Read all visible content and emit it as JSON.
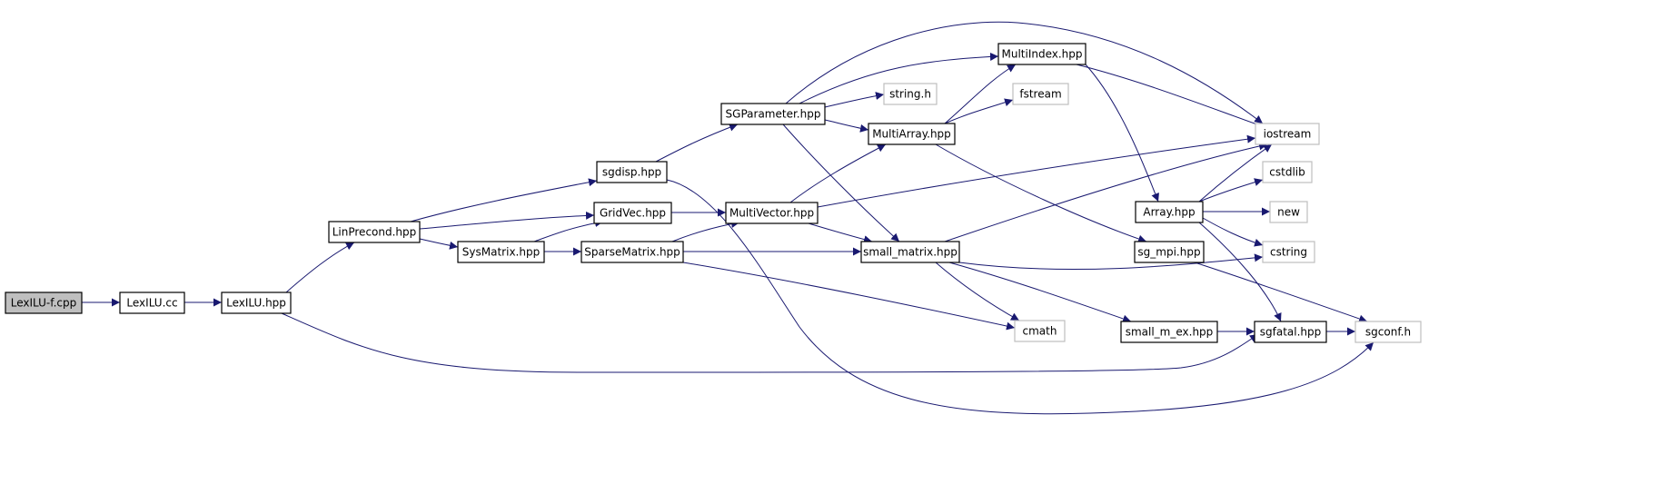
{
  "graph": {
    "type": "include-dependency-graph",
    "root": "LexILU-f.cpp",
    "colors": {
      "edge": "#191970",
      "root_fill": "#bfbfbf",
      "documented_border": "#000000",
      "undocumented_border": "#bfbfbf"
    },
    "nodes": [
      {
        "id": "lexilu_f_cpp",
        "label": "LexILU-f.cpp",
        "kind": "root"
      },
      {
        "id": "lexilu_cc",
        "label": "LexILU.cc",
        "kind": "documented"
      },
      {
        "id": "lexilu_hpp",
        "label": "LexILU.hpp",
        "kind": "documented"
      },
      {
        "id": "linprecond_hpp",
        "label": "LinPrecond.hpp",
        "kind": "documented"
      },
      {
        "id": "sgdisp_hpp",
        "label": "sgdisp.hpp",
        "kind": "documented"
      },
      {
        "id": "gridvec_hpp",
        "label": "GridVec.hpp",
        "kind": "documented"
      },
      {
        "id": "sysmatrix_hpp",
        "label": "SysMatrix.hpp",
        "kind": "documented"
      },
      {
        "id": "sparsematrix_hpp",
        "label": "SparseMatrix.hpp",
        "kind": "documented"
      },
      {
        "id": "sgparameter_hpp",
        "label": "SGParameter.hpp",
        "kind": "documented"
      },
      {
        "id": "multivector_hpp",
        "label": "MultiVector.hpp",
        "kind": "documented"
      },
      {
        "id": "string_h",
        "label": "string.h",
        "kind": "external"
      },
      {
        "id": "multiindex_hpp",
        "label": "MultiIndex.hpp",
        "kind": "documented"
      },
      {
        "id": "fstream",
        "label": "fstream",
        "kind": "external"
      },
      {
        "id": "multiarray_hpp",
        "label": "MultiArray.hpp",
        "kind": "documented"
      },
      {
        "id": "small_matrix_hpp",
        "label": "small_matrix.hpp",
        "kind": "documented"
      },
      {
        "id": "cmath",
        "label": "cmath",
        "kind": "external"
      },
      {
        "id": "iostream",
        "label": "iostream",
        "kind": "external"
      },
      {
        "id": "cstdlib",
        "label": "cstdlib",
        "kind": "external"
      },
      {
        "id": "array_hpp",
        "label": "Array.hpp",
        "kind": "documented"
      },
      {
        "id": "new",
        "label": "new",
        "kind": "external"
      },
      {
        "id": "cstring",
        "label": "cstring",
        "kind": "external"
      },
      {
        "id": "sg_mpi_hpp",
        "label": "sg_mpi.hpp",
        "kind": "documented"
      },
      {
        "id": "small_m_ex_hpp",
        "label": "small_m_ex.hpp",
        "kind": "documented"
      },
      {
        "id": "sgfatal_hpp",
        "label": "sgfatal.hpp",
        "kind": "documented"
      },
      {
        "id": "sgconf_h",
        "label": "sgconf.h",
        "kind": "external"
      }
    ],
    "edges": [
      {
        "from": "lexilu_f_cpp",
        "to": "lexilu_cc"
      },
      {
        "from": "lexilu_cc",
        "to": "lexilu_hpp"
      },
      {
        "from": "lexilu_hpp",
        "to": "linprecond_hpp"
      },
      {
        "from": "lexilu_hpp",
        "to": "sgfatal_hpp"
      },
      {
        "from": "linprecond_hpp",
        "to": "sgdisp_hpp"
      },
      {
        "from": "linprecond_hpp",
        "to": "gridvec_hpp"
      },
      {
        "from": "linprecond_hpp",
        "to": "sysmatrix_hpp"
      },
      {
        "from": "sgdisp_hpp",
        "to": "sgparameter_hpp"
      },
      {
        "from": "sgdisp_hpp",
        "to": "sgconf_h"
      },
      {
        "from": "gridvec_hpp",
        "to": "multivector_hpp"
      },
      {
        "from": "sysmatrix_hpp",
        "to": "gridvec_hpp"
      },
      {
        "from": "sysmatrix_hpp",
        "to": "sparsematrix_hpp"
      },
      {
        "from": "sparsematrix_hpp",
        "to": "multivector_hpp"
      },
      {
        "from": "sparsematrix_hpp",
        "to": "small_matrix_hpp"
      },
      {
        "from": "sparsematrix_hpp",
        "to": "cmath"
      },
      {
        "from": "sgparameter_hpp",
        "to": "string_h"
      },
      {
        "from": "sgparameter_hpp",
        "to": "multiindex_hpp"
      },
      {
        "from": "sgparameter_hpp",
        "to": "multiarray_hpp"
      },
      {
        "from": "sgparameter_hpp",
        "to": "iostream"
      },
      {
        "from": "sgparameter_hpp",
        "to": "small_matrix_hpp"
      },
      {
        "from": "multivector_hpp",
        "to": "multiarray_hpp"
      },
      {
        "from": "multivector_hpp",
        "to": "iostream"
      },
      {
        "from": "multivector_hpp",
        "to": "small_matrix_hpp"
      },
      {
        "from": "multiarray_hpp",
        "to": "multiindex_hpp"
      },
      {
        "from": "multiarray_hpp",
        "to": "fstream"
      },
      {
        "from": "multiarray_hpp",
        "to": "sg_mpi_hpp"
      },
      {
        "from": "multiindex_hpp",
        "to": "iostream"
      },
      {
        "from": "multiindex_hpp",
        "to": "array_hpp"
      },
      {
        "from": "small_matrix_hpp",
        "to": "iostream"
      },
      {
        "from": "small_matrix_hpp",
        "to": "cstring"
      },
      {
        "from": "small_matrix_hpp",
        "to": "cmath"
      },
      {
        "from": "small_matrix_hpp",
        "to": "small_m_ex_hpp"
      },
      {
        "from": "array_hpp",
        "to": "iostream"
      },
      {
        "from": "array_hpp",
        "to": "cstdlib"
      },
      {
        "from": "array_hpp",
        "to": "new"
      },
      {
        "from": "array_hpp",
        "to": "cstring"
      },
      {
        "from": "array_hpp",
        "to": "sgfatal_hpp"
      },
      {
        "from": "sg_mpi_hpp",
        "to": "sgconf_h"
      },
      {
        "from": "small_m_ex_hpp",
        "to": "sgfatal_hpp"
      },
      {
        "from": "sgfatal_hpp",
        "to": "sgconf_h"
      }
    ]
  }
}
